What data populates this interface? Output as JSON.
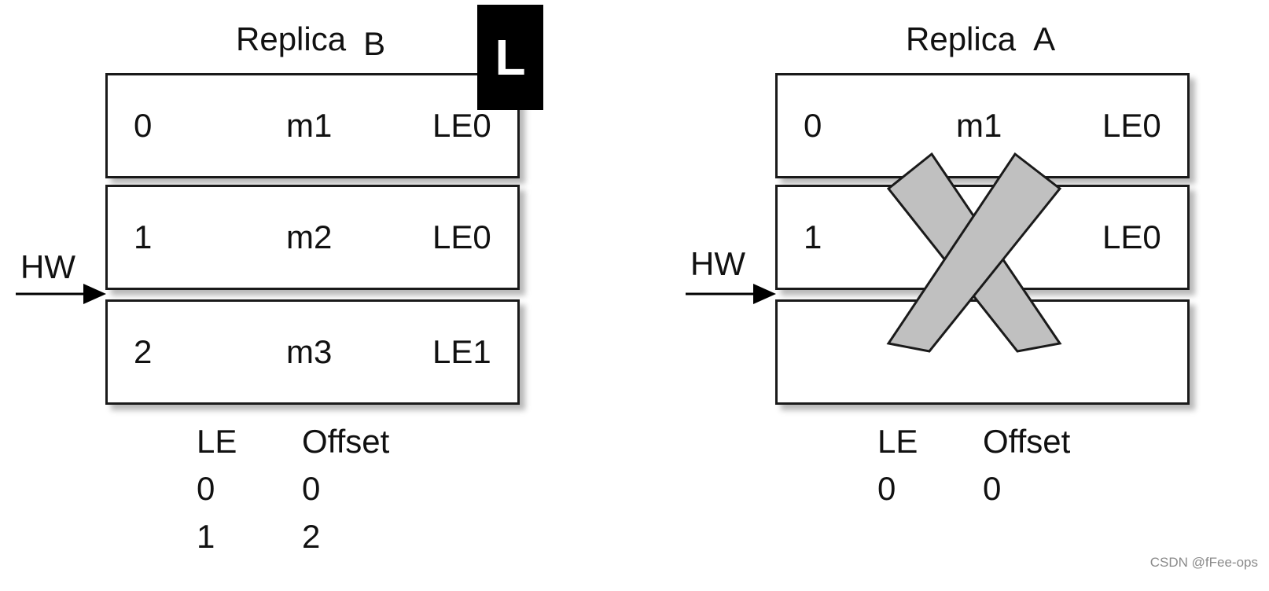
{
  "replica_b": {
    "title_main": "Replica",
    "title_id": "B",
    "leader_badge": "L",
    "hw_label": "HW",
    "log": [
      {
        "offset": "0",
        "message": "m1",
        "epoch": "LE0"
      },
      {
        "offset": "1",
        "message": "m2",
        "epoch": "LE0"
      },
      {
        "offset": "2",
        "message": "m3",
        "epoch": "LE1"
      }
    ],
    "epoch_table": {
      "headers": [
        "LE",
        "Offset"
      ],
      "rows": [
        [
          "0",
          "0"
        ],
        [
          "1",
          "2"
        ]
      ]
    }
  },
  "replica_a": {
    "title_main": "Replica",
    "title_id": "A",
    "hw_label": "HW",
    "log": [
      {
        "offset": "0",
        "message": "m1",
        "epoch": "LE0"
      },
      {
        "offset": "1",
        "message": "",
        "epoch": "LE0"
      },
      {
        "offset": "",
        "message": "",
        "epoch": ""
      }
    ],
    "epoch_table": {
      "headers": [
        "LE",
        "Offset"
      ],
      "rows": [
        [
          "0",
          "0"
        ]
      ]
    }
  },
  "colors": {
    "cross_fill": "#c0c0c0",
    "stroke": "#1a1a1a",
    "leader_bg": "#000000"
  },
  "watermark": "CSDN @fFee-ops"
}
